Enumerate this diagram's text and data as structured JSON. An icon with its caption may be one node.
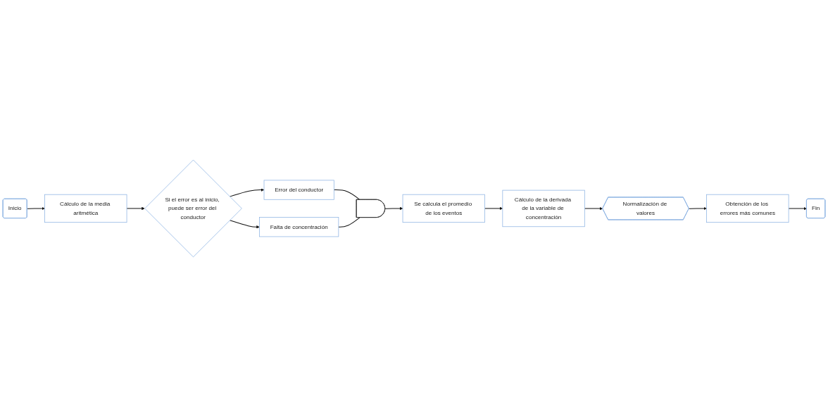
{
  "diagram": {
    "nodes": [
      {
        "text": [
          "Inicio"
        ]
      },
      {
        "text": [
          "Cálculo de la media aritmética"
        ]
      },
      {
        "text": [
          "Si el error es al inicio, puede ser error del conductor"
        ]
      },
      {
        "text": [
          "Error del conductor"
        ]
      },
      {
        "text": [
          "Falta de concentración"
        ]
      },
      {
        "text": [],
        "shape": "gate"
      },
      {
        "text": [
          "Se calcula el promedio de los eventos"
        ]
      },
      {
        "text": [
          "Cálculo de la derivada de la variable de concentración"
        ]
      },
      {
        "text": [
          "Normalización de valores"
        ]
      },
      {
        "text": [
          "Obtención de los errores más comunes"
        ]
      },
      {
        "text": [
          "Fin"
        ]
      }
    ],
    "edges": [
      {
        "from": 0,
        "to": 1,
        "arrow": "to"
      },
      {
        "from": 1,
        "to": 2,
        "arrow": "to"
      },
      {
        "from": 2,
        "to": 3,
        "arrow": "to"
      },
      {
        "from": 2,
        "to": 4,
        "arrow": "to"
      },
      {
        "from": 3,
        "to": 5,
        "arrow": "none"
      },
      {
        "from": 4,
        "to": 5,
        "arrow": "none"
      },
      {
        "from": 5,
        "to": 6,
        "arrow": "to"
      },
      {
        "from": 6,
        "to": 7,
        "arrow": "to"
      },
      {
        "from": 7,
        "to": 8,
        "arrow": "to"
      },
      {
        "from": 8,
        "to": 9,
        "arrow": "to"
      },
      {
        "from": 9,
        "to": 10,
        "arrow": "to"
      }
    ]
  }
}
